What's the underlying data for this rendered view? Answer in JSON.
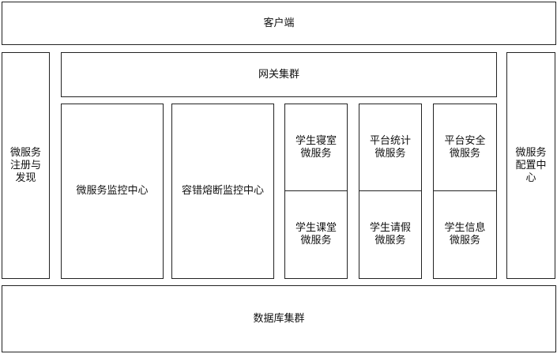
{
  "client": {
    "label": "客户端"
  },
  "registry": {
    "label": "微服务\n注册与\n发现"
  },
  "gateway": {
    "label": "网关集群"
  },
  "monitor": {
    "label": "微服务监控中心"
  },
  "circuit_breaker": {
    "label": "容错熔断监控中心"
  },
  "services": {
    "col1": {
      "top": "学生寝室\n微服务",
      "bottom": "学生课堂\n微服务"
    },
    "col2": {
      "top": "平台统计\n微服务",
      "bottom": "学生请假\n微服务"
    },
    "col3": {
      "top": "平台安全\n微服务",
      "bottom": "学生信息\n微服务"
    }
  },
  "config": {
    "label": "微服务\n配置中\n心"
  },
  "database": {
    "label": "数据库集群"
  }
}
